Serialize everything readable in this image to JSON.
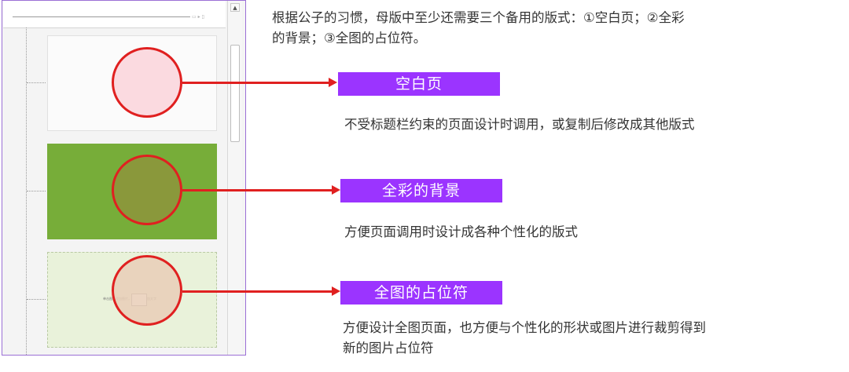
{
  "intro": {
    "line1": "根据公子的习惯，母版中至少还需要三个备用的版式：①空白页；②全彩",
    "line2": "的背景；③全图的占位符。"
  },
  "layouts": [
    {
      "tag": "空白页",
      "desc": "不受标题栏约束的页面设计时调用，或复制后修改成其他版式"
    },
    {
      "tag": "全彩的背景",
      "desc": "方便页面调用时设计成各种个性化的版式"
    },
    {
      "tag": "全图的占位符",
      "desc_line1": "方便设计全图页面，也方便与个性化的形状或图片进行裁剪得到",
      "desc_line2": "新的图片占位符"
    }
  ],
  "pane": {
    "top_mini": "▭ ▸ ▯",
    "scroll_up": "▲",
    "placeholder_text": "单击图标添加图片，单击此处添加文字"
  },
  "colors": {
    "accent": "#9b34ff",
    "highlight": "#e02020",
    "green_slide": "#77ad39"
  }
}
